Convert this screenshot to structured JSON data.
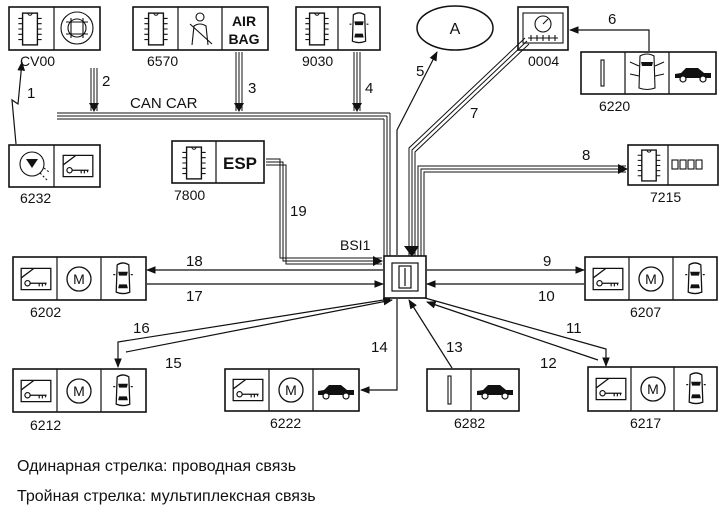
{
  "bus_label": "CAN CAR",
  "hub_label": "BSI1",
  "oval_label": "A",
  "esp_text": "ESP",
  "airbag_text_1": "AIR",
  "airbag_text_2": "BAG",
  "modules": {
    "cv00": "CV00",
    "m6570": "6570",
    "m9030": "9030",
    "m0004": "0004",
    "m6220": "6220",
    "m6232": "6232",
    "m7800": "7800",
    "m7215": "7215",
    "m6202": "6202",
    "m6207": "6207",
    "m6212": "6212",
    "m6222": "6222",
    "m6282": "6282",
    "m6217": "6217"
  },
  "links": {
    "l1": "1",
    "l2": "2",
    "l3": "3",
    "l4": "4",
    "l5": "5",
    "l6": "6",
    "l7": "7",
    "l8": "8",
    "l9": "9",
    "l10": "10",
    "l11": "11",
    "l12": "12",
    "l13": "13",
    "l14": "14",
    "l15": "15",
    "l16": "16",
    "l17": "17",
    "l18": "18",
    "l19": "19"
  },
  "legend": {
    "single": "Одинарная стрелка:  проводная связь",
    "triple": "Тройная стрелка: мультиплексная связь"
  }
}
